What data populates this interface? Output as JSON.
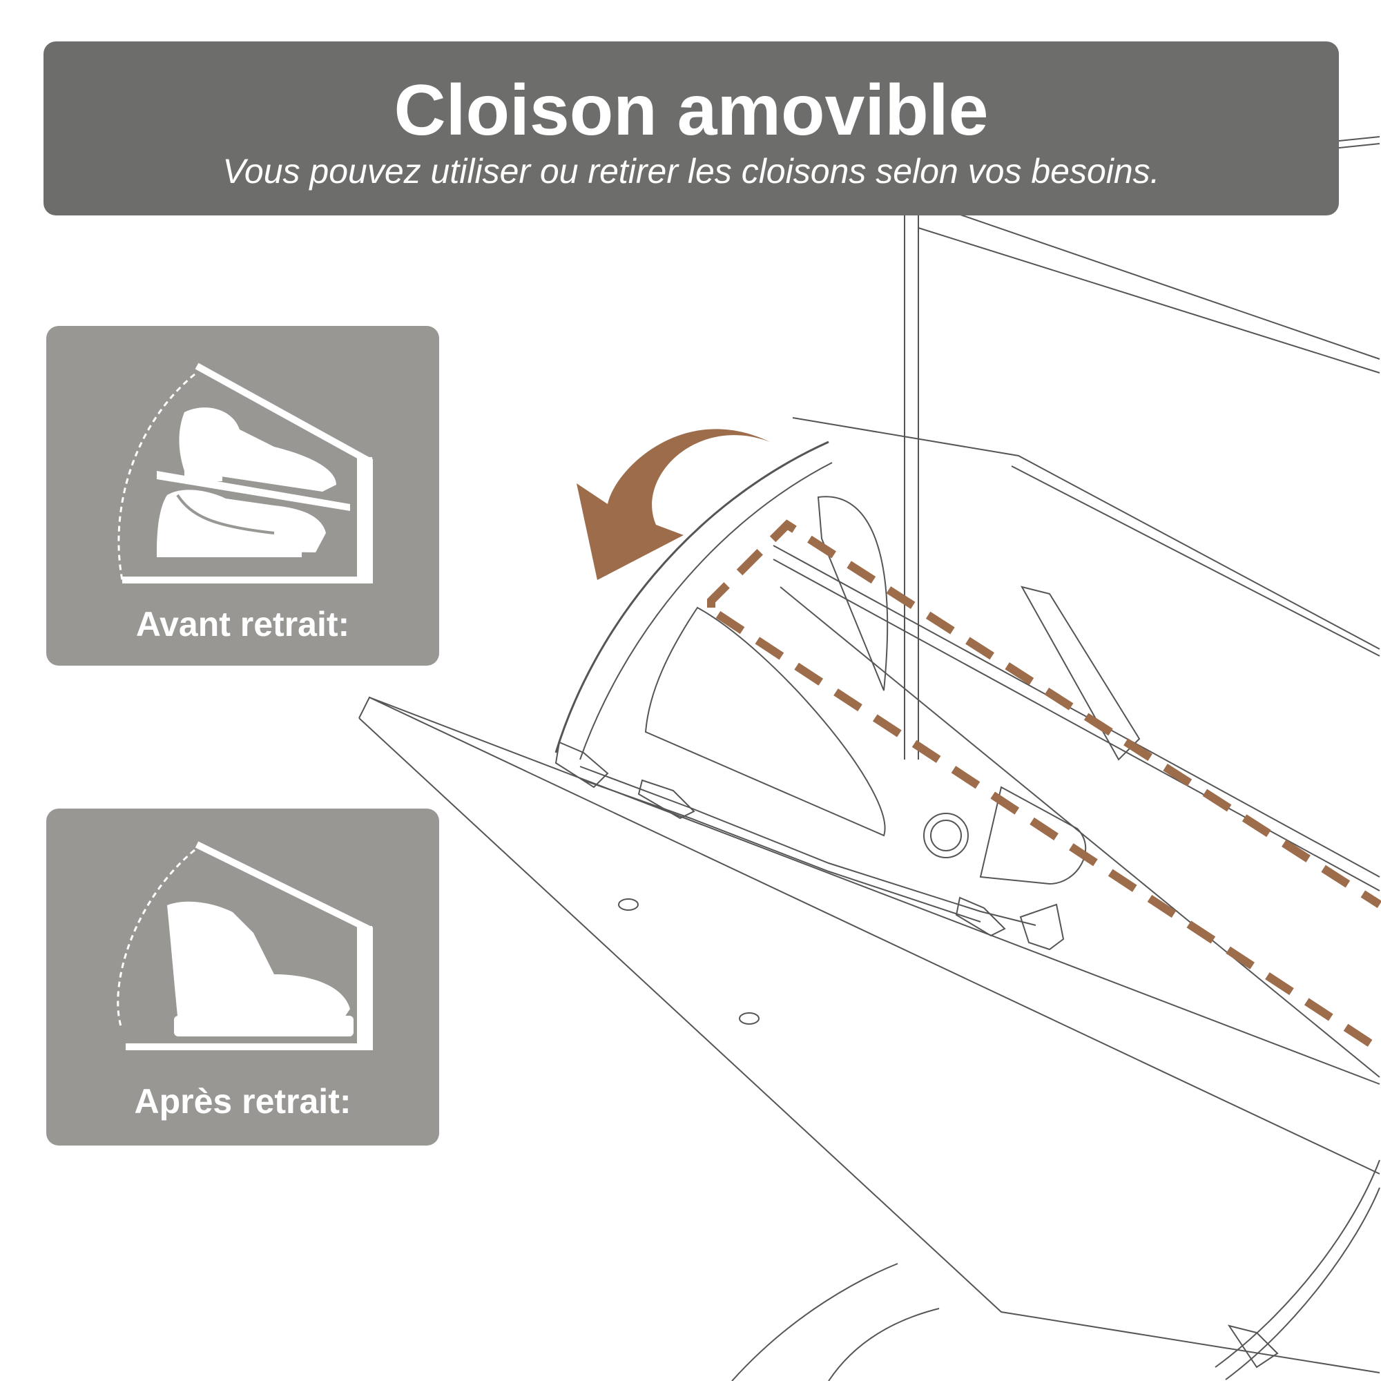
{
  "header": {
    "title": "Cloison amovible",
    "subtitle": "Vous pouvez utiliser ou retirer les cloisons selon vos besoins."
  },
  "cards": {
    "before": {
      "label": "Avant retrait:",
      "icon": "two-shoes-with-divider-icon"
    },
    "after": {
      "label": "Après retrait:",
      "icon": "boot-without-divider-icon"
    }
  },
  "colors": {
    "header_bg": "#6d6d6b",
    "card_bg": "#989793",
    "accent": "#9c6c4b",
    "line": "#555555"
  }
}
